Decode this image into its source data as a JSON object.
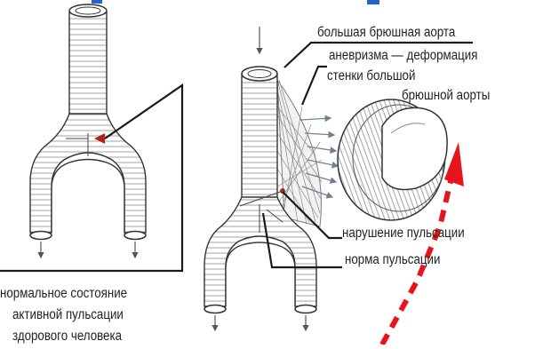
{
  "labels": {
    "abdominal_aorta": "большая брюшная аорта",
    "aneurysm_line1": "аневризма — деформация",
    "aneurysm_line2": "стенки большой",
    "aneurysm_line3": "брюшной аорты",
    "pulsation_disorder": "нарушение пульсации",
    "pulsation_norm": "норма пульсации",
    "normal_line1": "нормальное состояние",
    "normal_line2": "активной пульсации",
    "normal_line3": "здорового человека"
  },
  "colors": {
    "line": "#1a1a1a",
    "vessel_stroke": "#333333",
    "hatch": "#9a9a9a",
    "pulse_arrow": "#e8141c",
    "mesh": "#7a7a7a",
    "node_red": "#b2231b",
    "accent_blue": "#2a5fd0",
    "flow_arrows": "#6f7f95"
  }
}
